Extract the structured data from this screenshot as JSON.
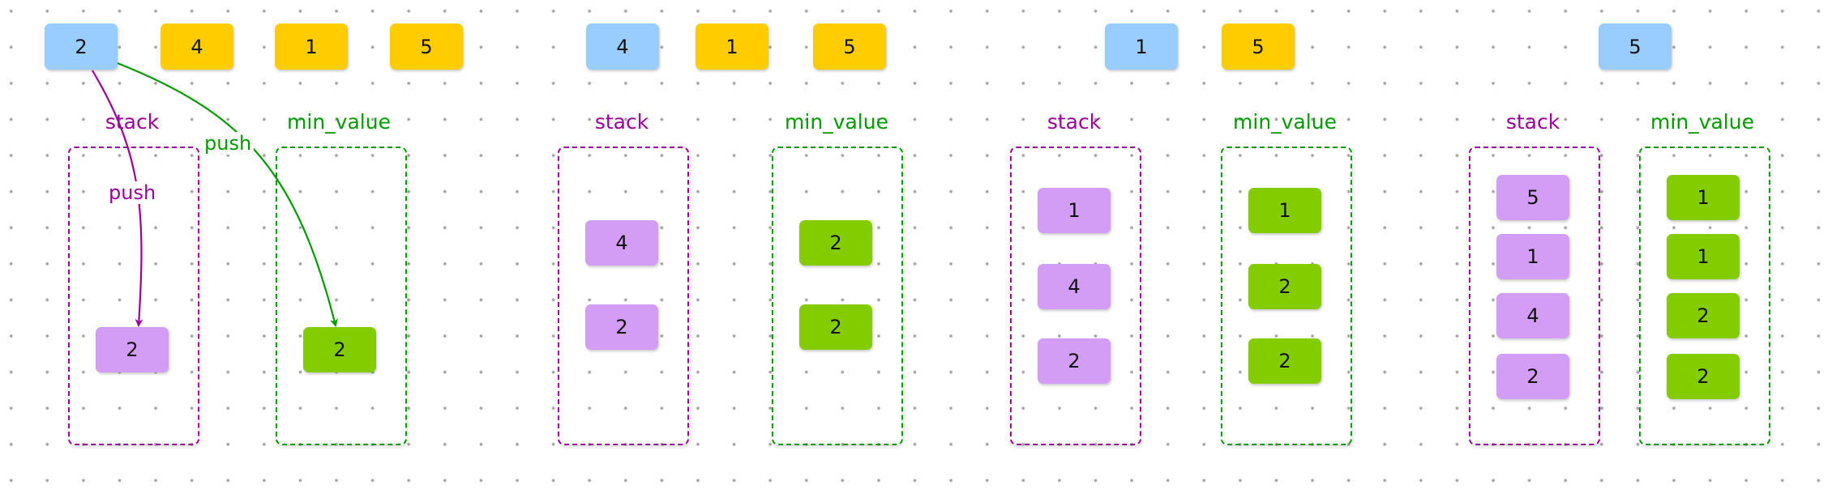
{
  "colors": {
    "pending_current": "#99ccff",
    "pending_queue": "#ffcc00",
    "stack_item": "#d39df5",
    "min_item": "#82cc00",
    "stack_accent": "#990099",
    "min_accent": "#009900"
  },
  "steps": [
    {
      "pending": [
        "2",
        "4",
        "1",
        "5"
      ],
      "stack_label": "stack",
      "min_label": "min_value",
      "stack": [
        "2"
      ],
      "min": [
        "2"
      ],
      "arrows": {
        "stack_push_label": "push",
        "min_push_label": "push"
      }
    },
    {
      "pending": [
        "4",
        "1",
        "5"
      ],
      "stack_label": "stack",
      "min_label": "min_value",
      "stack": [
        "4",
        "2"
      ],
      "min": [
        "2",
        "2"
      ]
    },
    {
      "pending": [
        "1",
        "5"
      ],
      "stack_label": "stack",
      "min_label": "min_value",
      "stack": [
        "1",
        "4",
        "2"
      ],
      "min": [
        "1",
        "2",
        "2"
      ]
    },
    {
      "pending": [
        "5"
      ],
      "stack_label": "stack",
      "min_label": "min_value",
      "stack": [
        "5",
        "1",
        "4",
        "2"
      ],
      "min": [
        "1",
        "1",
        "2",
        "2"
      ]
    }
  ]
}
